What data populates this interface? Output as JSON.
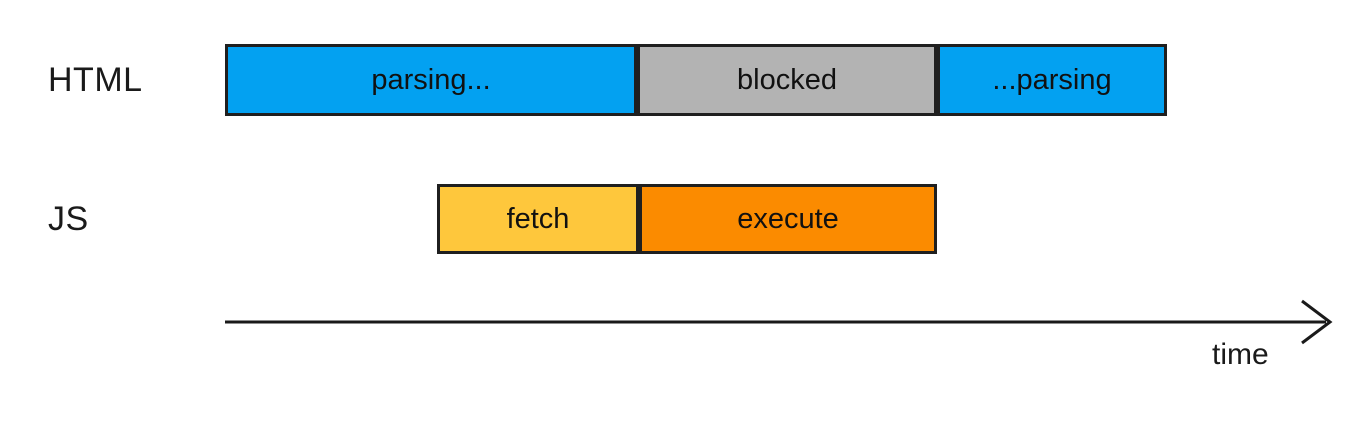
{
  "rows": [
    {
      "label": "HTML",
      "segments": [
        {
          "label": "parsing...",
          "color": "#03a1f1"
        },
        {
          "label": "blocked",
          "color": "#b3b3b3"
        },
        {
          "label": "...parsing",
          "color": "#03a1f1"
        }
      ]
    },
    {
      "label": "JS",
      "segments": [
        {
          "label": "fetch",
          "color": "#fec73c"
        },
        {
          "label": "execute",
          "color": "#fb8b00"
        }
      ]
    }
  ],
  "axis": {
    "label": "time",
    "color": "#1a1a1a"
  },
  "palette": {
    "border": "#1f1f1f",
    "text": "#1a1a1a",
    "background": "#ffffff"
  }
}
